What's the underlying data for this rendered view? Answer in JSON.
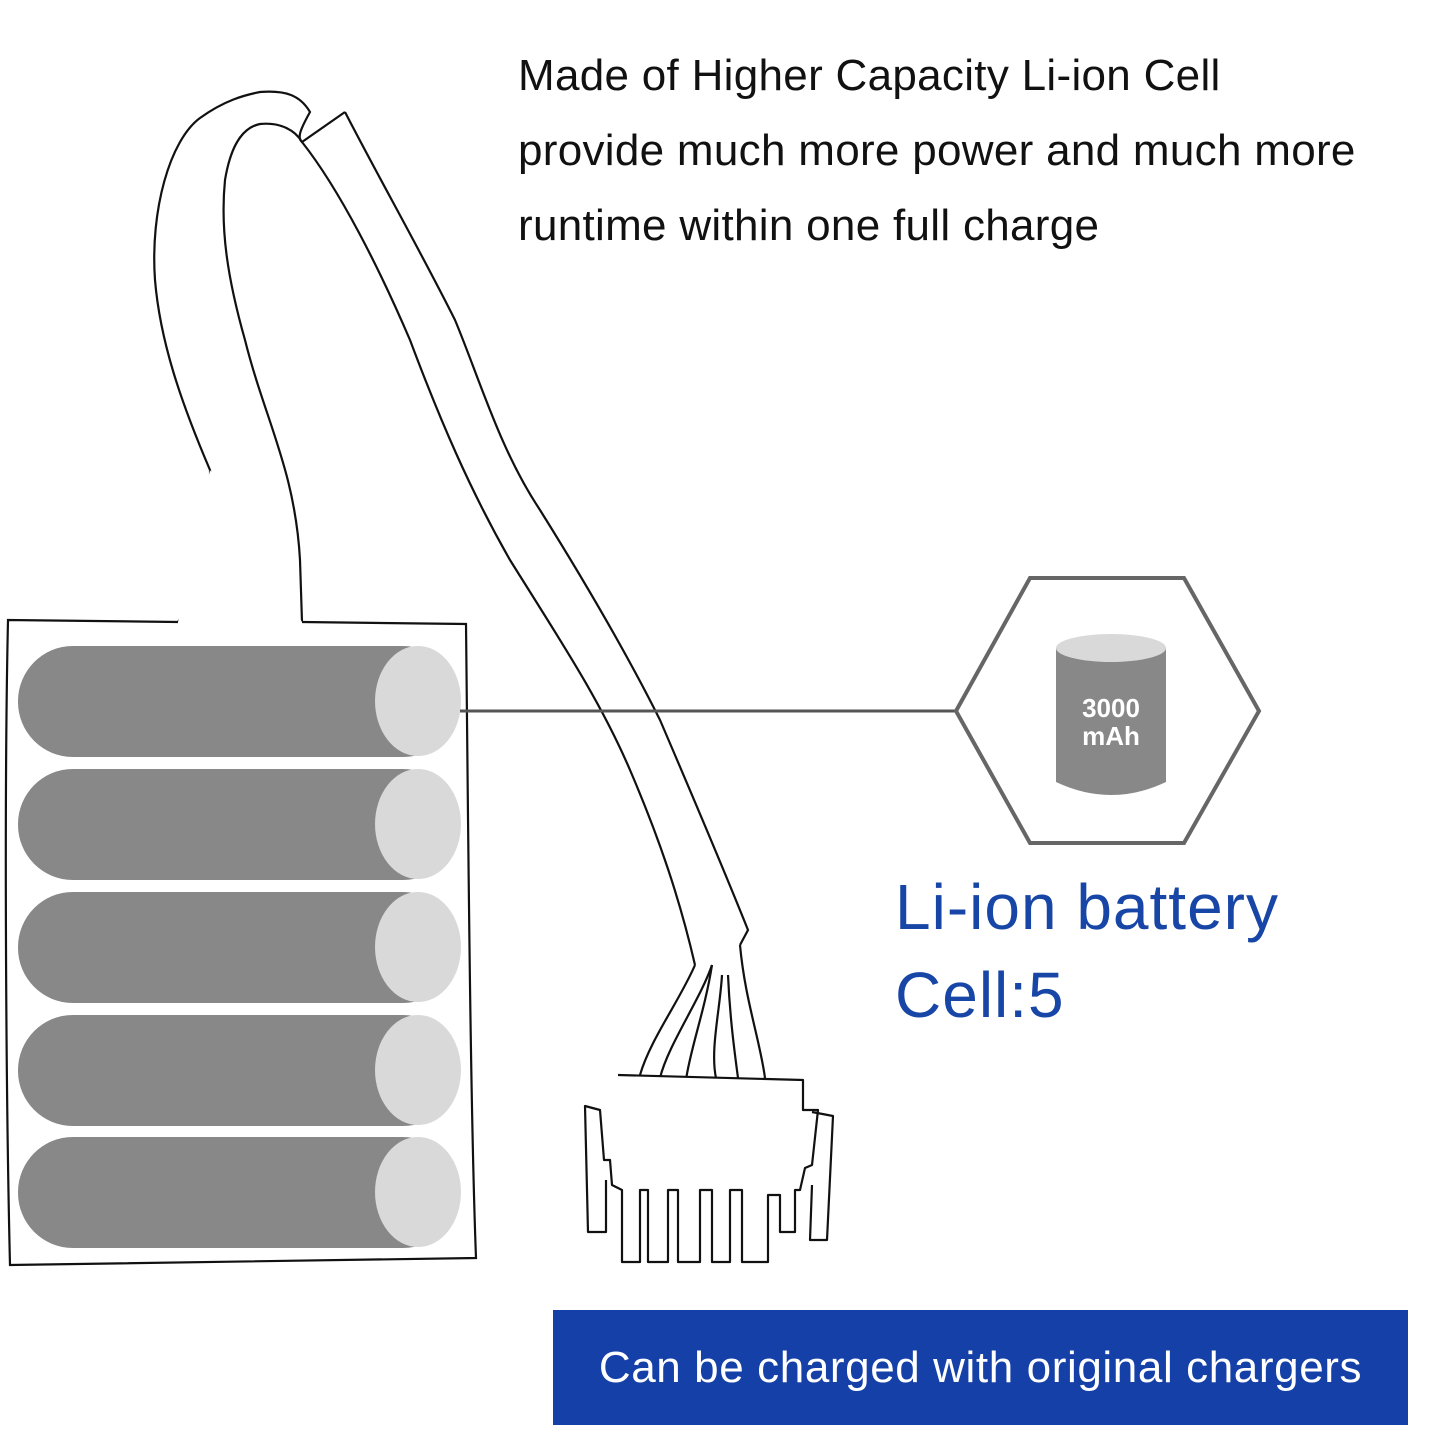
{
  "headline": {
    "line1": "Made of Higher Capacity Li-ion Cell",
    "line2": "provide much more power and much more",
    "line3": "runtime within one full charge"
  },
  "callout": {
    "capacity_value": "3000",
    "capacity_unit": "mAh",
    "battery_type": "Li-ion battery",
    "cell_count": "Cell:5"
  },
  "banner": {
    "text": "Can be charged with original chargers"
  },
  "colors": {
    "accent_blue": "#1846a6",
    "banner_blue": "#1540a8",
    "cell_body": "#888888",
    "cell_cap": "#d9d9d9",
    "outline": "#111111",
    "hex_stroke": "#666666"
  }
}
